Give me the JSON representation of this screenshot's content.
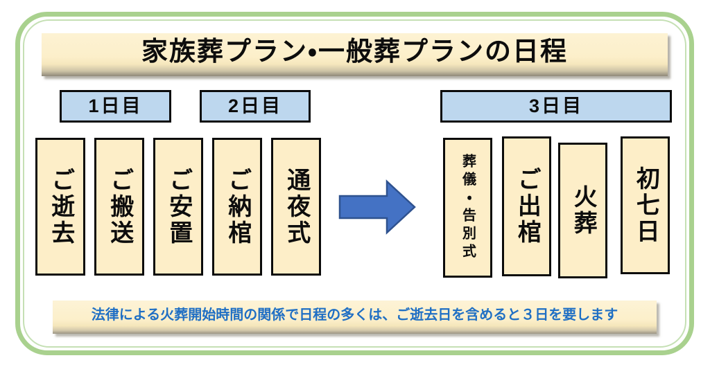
{
  "diagram": {
    "title": "家族葬プラン・一般葬プランの日程",
    "note": "法律による火葬開始時間の関係で日程の多くは、ご逝去日を含めると３日を要します",
    "colors": {
      "frame_green_outer": "#a9d18e",
      "frame_green_inner": "#c5e0b4",
      "banner_cream": "#fcefca",
      "day_label_blue": "#bdd7ee",
      "step_box_cream": "#fdeec8",
      "arrow_blue": "#4472c4",
      "arrow_outline": "#2f528f",
      "note_text_blue": "#1f6fc4",
      "border_black": "#0b0b0b"
    },
    "day_labels": [
      {
        "label": "1日目"
      },
      {
        "label": "2日目"
      },
      {
        "label": "3日目"
      }
    ],
    "steps_left": [
      {
        "label": "ご逝去"
      },
      {
        "label": "ご搬送"
      },
      {
        "label": "ご安置"
      },
      {
        "label": "ご納棺"
      },
      {
        "label": "通夜式"
      }
    ],
    "steps_right": [
      {
        "label": "葬儀・告別式"
      },
      {
        "label": "ご出棺"
      },
      {
        "label": "火葬"
      },
      {
        "label": "初七日"
      }
    ],
    "arrow": {
      "icon": "arrow-right-icon",
      "direction": "right"
    }
  }
}
